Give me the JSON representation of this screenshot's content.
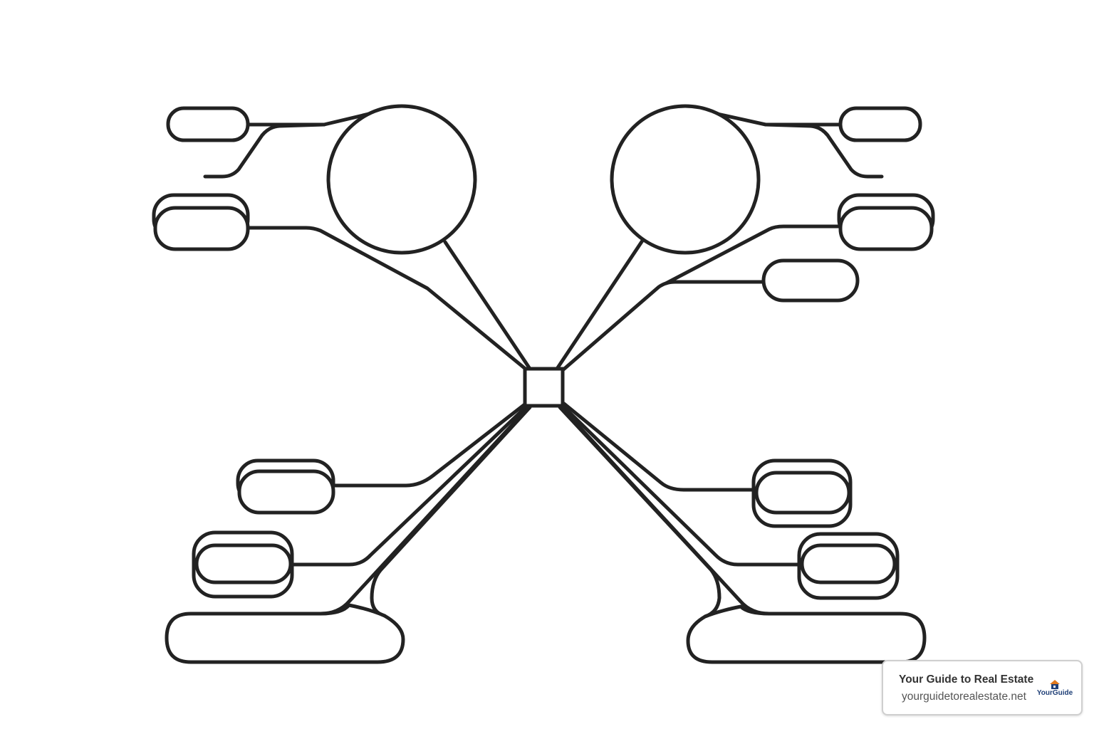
{
  "watermark": {
    "title": "Your Guide to Real Estate",
    "url": "yourguidetorealestate.net",
    "logo_text": "YourGuide",
    "logo_colors": {
      "primary": "#1f3f77",
      "accent": "#e27a1e"
    }
  },
  "diagram": {
    "type": "mind-map",
    "center_node": "square",
    "labels": []
  }
}
